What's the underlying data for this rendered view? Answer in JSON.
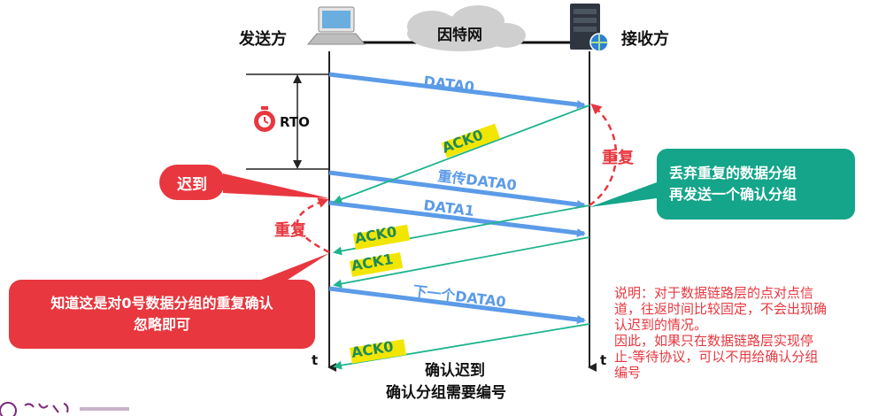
{
  "sender": "发送方",
  "receiver": "接收方",
  "network": "因特网",
  "rto": "RTO",
  "time_label": "t",
  "frames": {
    "data0": "DATA0",
    "ack0_late": "ACK0",
    "retrans": "重传DATA0",
    "data1": "DATA1",
    "ack0_dup": "ACK0",
    "ack1": "ACK1",
    "next": "下一个DATA0",
    "ack0_final": "ACK0"
  },
  "labels": {
    "dup_right": "重复",
    "dup_left": "重复"
  },
  "callouts": {
    "late": "迟到",
    "discard_line1": "丢弃重复的数据分组",
    "discard_line2": "再发送一个确认分组",
    "ignore_line1": "知道这是对0号数据分组的重复确认",
    "ignore_line2": "忽略即可"
  },
  "bottom": {
    "line1": "确认迟到",
    "line2": "确认分组需要编号"
  },
  "note": {
    "line1": "说明：对于数据链路层的点对点信",
    "line2": "道，往返时间比较固定，不会出现确",
    "line3": "认迟到的情况。",
    "line4": "因此，如果只在数据链路层实现停",
    "line5": "止-等待协议，可以不用给确认分组",
    "line6": "编号"
  },
  "colors": {
    "data_arrow": "#5b9be8",
    "ack_arrow": "#1fb38e",
    "red": "#e8373f",
    "teal": "#14a58a",
    "ack_highlight": "#f2e600"
  }
}
